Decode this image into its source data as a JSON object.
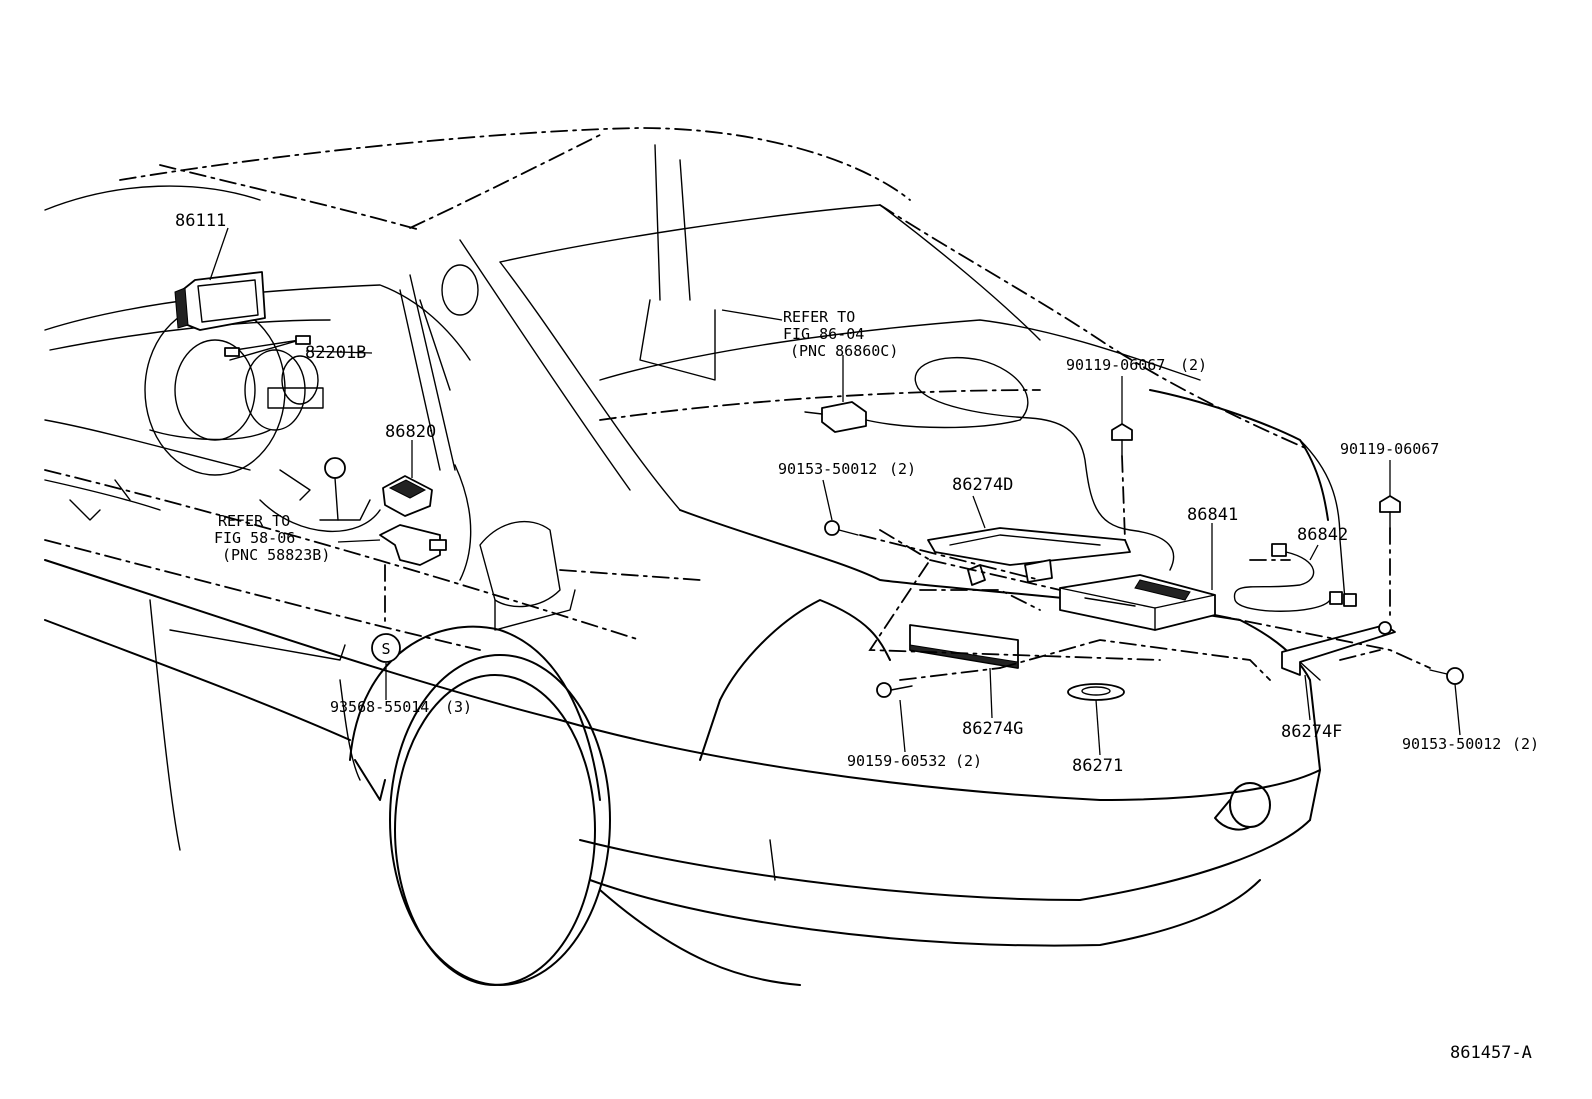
{
  "labels": {
    "p86111": "86111",
    "p82201b": "82201B",
    "p86820": "86820",
    "ref58_line1": "REFER TO",
    "ref58_line2": "FIG 58-06",
    "ref58_line3": "(PNC 58823B)",
    "p93568": "93568-55014",
    "p93568_qty": "(3)",
    "ref86_line1": "REFER TO",
    "ref86_line2": "FIG 86-04",
    "ref86_line3": "(PNC 86860C)",
    "p90119a": "90119-06067",
    "p90119a_qty": "(2)",
    "p90153a": "90153-50012",
    "p90153a_qty": "(2)",
    "p86274d": "86274D",
    "p86841": "86841",
    "p86842": "86842",
    "p90119b": "90119-06067",
    "p86274g": "86274G",
    "p86271": "86271",
    "p86274f": "86274F",
    "p90159": "90159-60532",
    "p90159_qty": "(2)",
    "p90153b": "90153-50012",
    "p90153b_qty": "(2)",
    "s_marker": "S",
    "figure_id": "861457-A"
  }
}
